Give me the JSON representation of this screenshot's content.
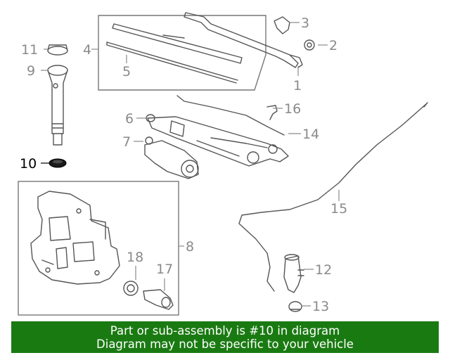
{
  "callouts": {
    "c1": "1",
    "c2": "2",
    "c3": "3",
    "c4": "4",
    "c5": "5",
    "c6": "6",
    "c7": "7",
    "c8": "8",
    "c9": "9",
    "c10": "10",
    "c11": "11",
    "c12": "12",
    "c13": "13",
    "c14": "14",
    "c15": "15",
    "c16": "16",
    "c17": "17",
    "c18": "18"
  },
  "highlighted_part": "10",
  "colors": {
    "banner_bg": "#1a7a12",
    "callout_gray": "#8a8a8a",
    "highlight": "#000000"
  },
  "banner": {
    "line1": "Part or sub-assembly is #10 in diagram",
    "line2": "Diagram may not be specific to your vehicle"
  }
}
